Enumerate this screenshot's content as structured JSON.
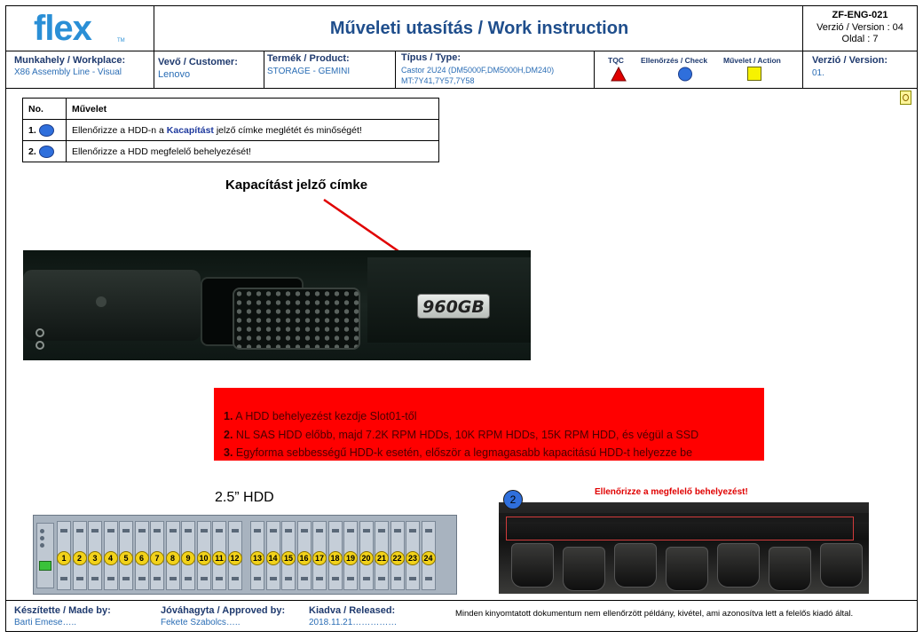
{
  "header": {
    "logo": "flex",
    "logo_tm": "TM",
    "title": "Műveleti utasítás / Work instruction",
    "doc_id": "ZF-ENG-021",
    "version_line": "Verzió / Version :  04",
    "page_line": "Oldal : 7"
  },
  "info": {
    "workplace_label": "Munkahely / Workplace:",
    "workplace_value": "X86 Assembly Line - Visual",
    "customer_label": "Vevő / Customer:",
    "customer_value": "Lenovo",
    "product_label": "Termék / Product:",
    "product_value": "STORAGE  - GEMINI",
    "type_label": "Típus / Type:",
    "type_value_1": "Castor 2U24  (DM5000F,DM5000H,DM240)",
    "type_value_2": "MT:7Y41,7Y57,7Y58",
    "legend_tqc": "TQC",
    "legend_check": "Ellenőrzés / Check",
    "legend_action": "Művelet / Action",
    "version_label": "Verzió / Version:",
    "version_value": "01.",
    "colors": {
      "tqc": "#e00000",
      "check": "#2f6fdc",
      "action": "#f7f200"
    }
  },
  "operations": {
    "col_no": "No.",
    "col_op": "Művelet",
    "rows": [
      {
        "no": "1.",
        "pre": "Ellenőrizze a HDD-n a ",
        "highlight": "Kacapítást",
        "post": "  jelző címke meglétét  és minőségét!"
      },
      {
        "no": "2.",
        "text": "Ellenőrizze a HDD megfelelő behelyezését!"
      }
    ]
  },
  "annotation_label": "Kapacítást jelző címke",
  "hdd_label": "960GB",
  "red_notes": [
    {
      "num": "1.",
      "text": " A HDD behelyezést kezdje Slot01-től"
    },
    {
      "num": "2.",
      "text": " NL SAS HDD előbb, majd 7.2K RPM HDDs, 10K RPM HDDs, 15K RPM HDD, és végül a SSD"
    },
    {
      "num": "3.",
      "text": " Egyforma sebbességű HDD-k esetén, először a legmagasabb kapacitású HDD-t helyezze be"
    }
  ],
  "chassis_title": "2.5” HDD",
  "slots": [
    "1",
    "2",
    "3",
    "4",
    "5",
    "6",
    "7",
    "8",
    "9",
    "10",
    "11",
    "12",
    "13",
    "14",
    "15",
    "16",
    "17",
    "18",
    "19",
    "20",
    "21",
    "22",
    "23",
    "24"
  ],
  "check_caption": "Ellenőrizze a megfelelő behelyezést!",
  "check_badge": "2",
  "footer": {
    "made_by_label": "Készítette / Made by:",
    "made_by_value": "Barti Emese…..",
    "approved_label": "Jóváhagyta / Approved by:",
    "approved_value": "Fekete Szabolcs…..",
    "released_label": "Kiadva / Released:",
    "released_value": "2018.11.21……………",
    "disclaimer": "Minden kinyomtatott dokumentum nem ellenőrzött példány, kivétel, ami azonosítva lett a felelős kiadó által."
  }
}
